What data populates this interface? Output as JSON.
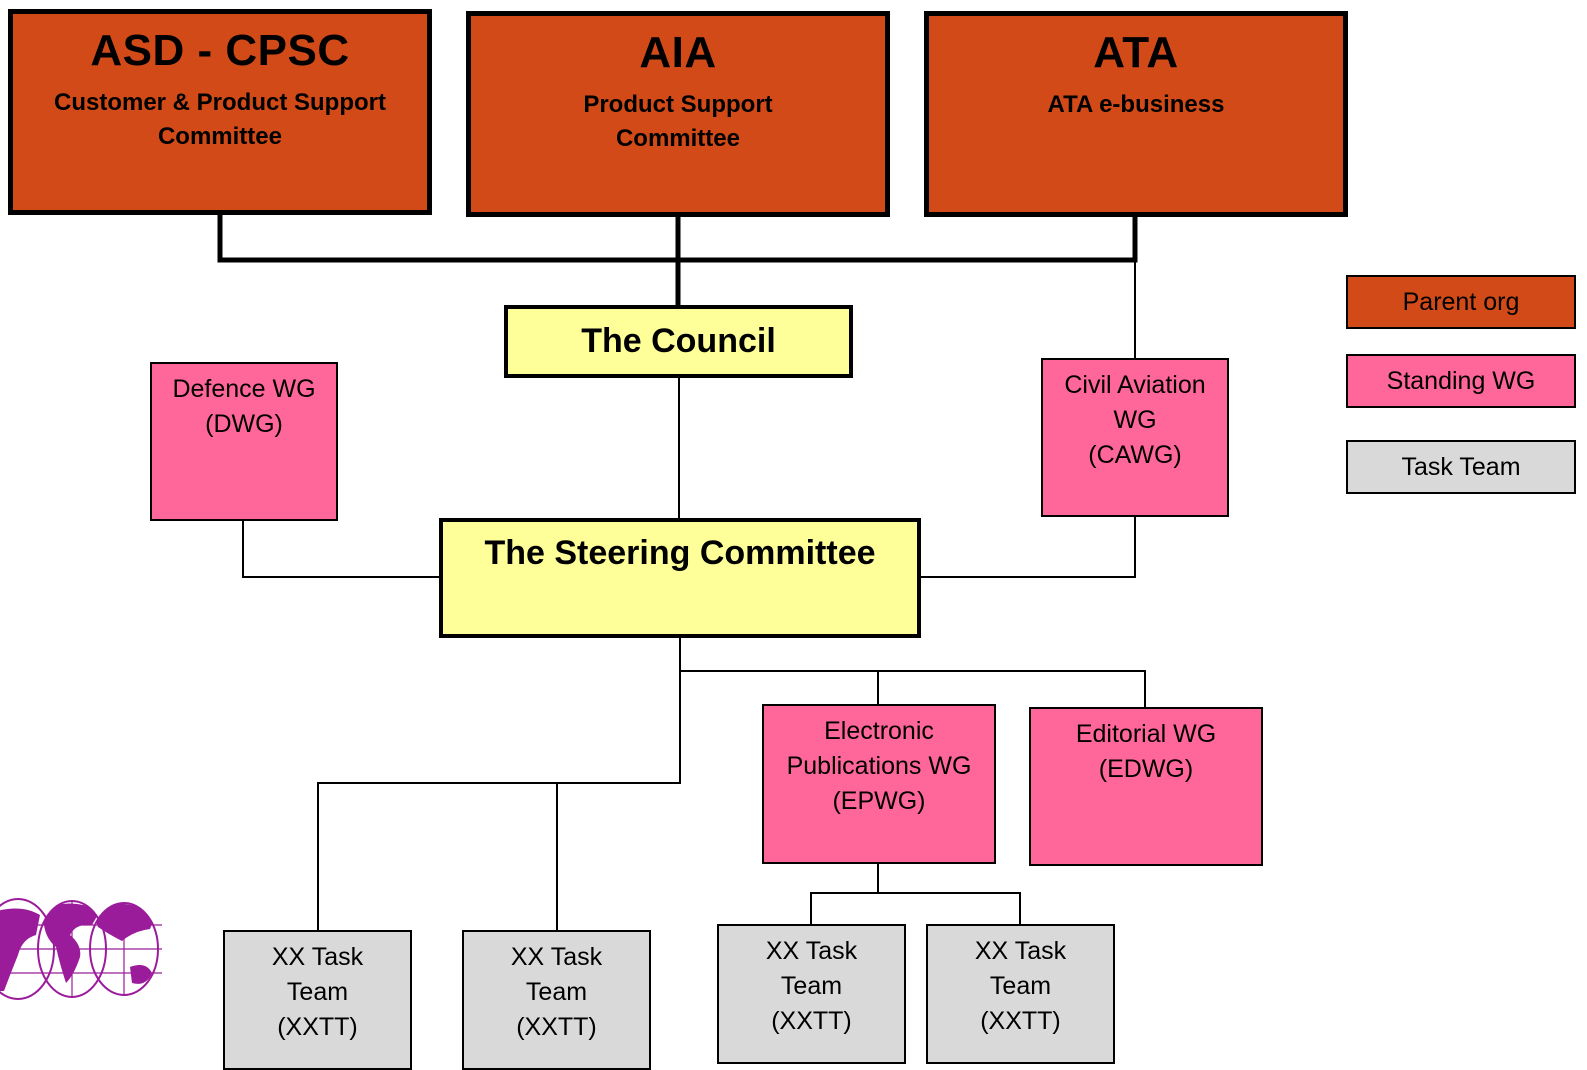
{
  "colors": {
    "parent_org": "#d24a18",
    "standing_wg": "#ff6699",
    "task_team": "#d9d9d9",
    "council": "#ffff99",
    "logo": "#9b1c9b"
  },
  "parents": [
    {
      "title": "ASD - CPSC",
      "subtitle": [
        "Customer & Product Support",
        "Committee"
      ]
    },
    {
      "title": "AIA",
      "subtitle": [
        "Product Support",
        "Committee"
      ]
    },
    {
      "title": "ATA",
      "subtitle": [
        "ATA e-business"
      ]
    }
  ],
  "council": {
    "label": "The Council"
  },
  "steering": {
    "label": "The Steering Committee"
  },
  "working_groups": {
    "defence": [
      "Defence WG",
      "(DWG)"
    ],
    "civil": [
      "Civil Aviation",
      "WG",
      "(CAWG)"
    ],
    "epwg": [
      "Electronic",
      "Publications WG",
      "(EPWG)"
    ],
    "edwg": [
      "Editorial WG",
      "(EDWG)"
    ]
  },
  "task_team": [
    "XX Task",
    "Team",
    "(XXTT)"
  ],
  "legend": [
    {
      "label": "Parent org",
      "swatch": "#d24a18"
    },
    {
      "label": "Standing WG",
      "swatch": "#ff6699"
    },
    {
      "label": "Task Team",
      "swatch": "#d9d9d9"
    }
  ],
  "logo": {
    "icon": "globe-icon"
  }
}
